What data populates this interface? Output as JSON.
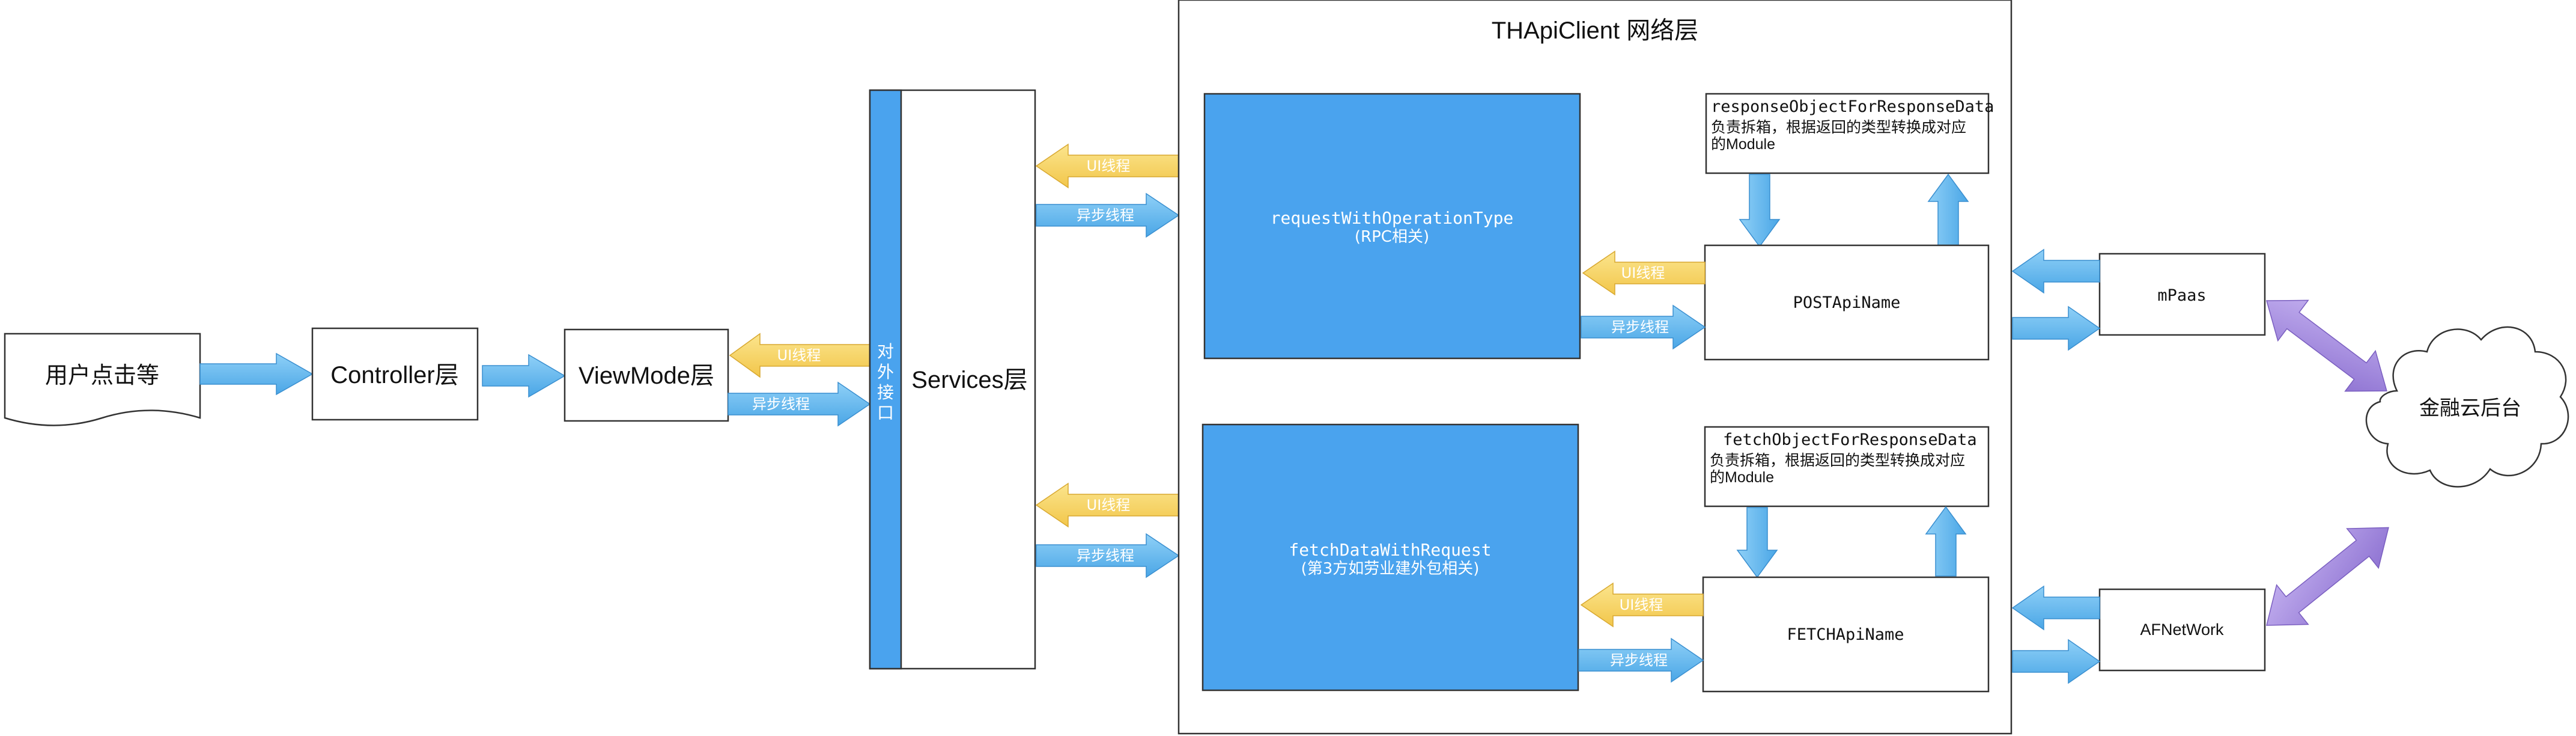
{
  "diagram": {
    "nodes": {
      "user": "用户点击等",
      "controller": "Controller层",
      "viewmodel": "ViewMode层",
      "services": "Services层",
      "external_interface": [
        "对",
        "外",
        "接",
        "口"
      ],
      "network_title": "THApiClient 网络层",
      "request_op": {
        "line1": "requestWithOperationType",
        "line2": "(RPC相关)"
      },
      "fetch_data": {
        "line1": "fetchDataWithRequest",
        "line2": "(第3方如劳业建外包相关)"
      },
      "response_object": {
        "title": "responseObjectForResponseData",
        "line2": "负责拆箱，根据返回的类型转换成对应",
        "line3": "的Module"
      },
      "fetch_object": {
        "title": "fetchObjectForResponseData",
        "line2": "负责拆箱，根据返回的类型转换成对应",
        "line3": "的Module"
      },
      "post_api": "POSTApiName",
      "fetch_api": "FETCHApiName",
      "mpaas": "mPaas",
      "afnetwork": "AFNetWork",
      "cloud": "金融云后台"
    },
    "arrow_labels": {
      "ui_thread": "UI线程",
      "async_thread": "异步线程"
    },
    "colors": {
      "blue_arrow": "#5eb6ef",
      "yellow_arrow": "#f8d35e",
      "purple_arrow": "#9b83d9",
      "blue_box": "#4aa3ee"
    }
  }
}
